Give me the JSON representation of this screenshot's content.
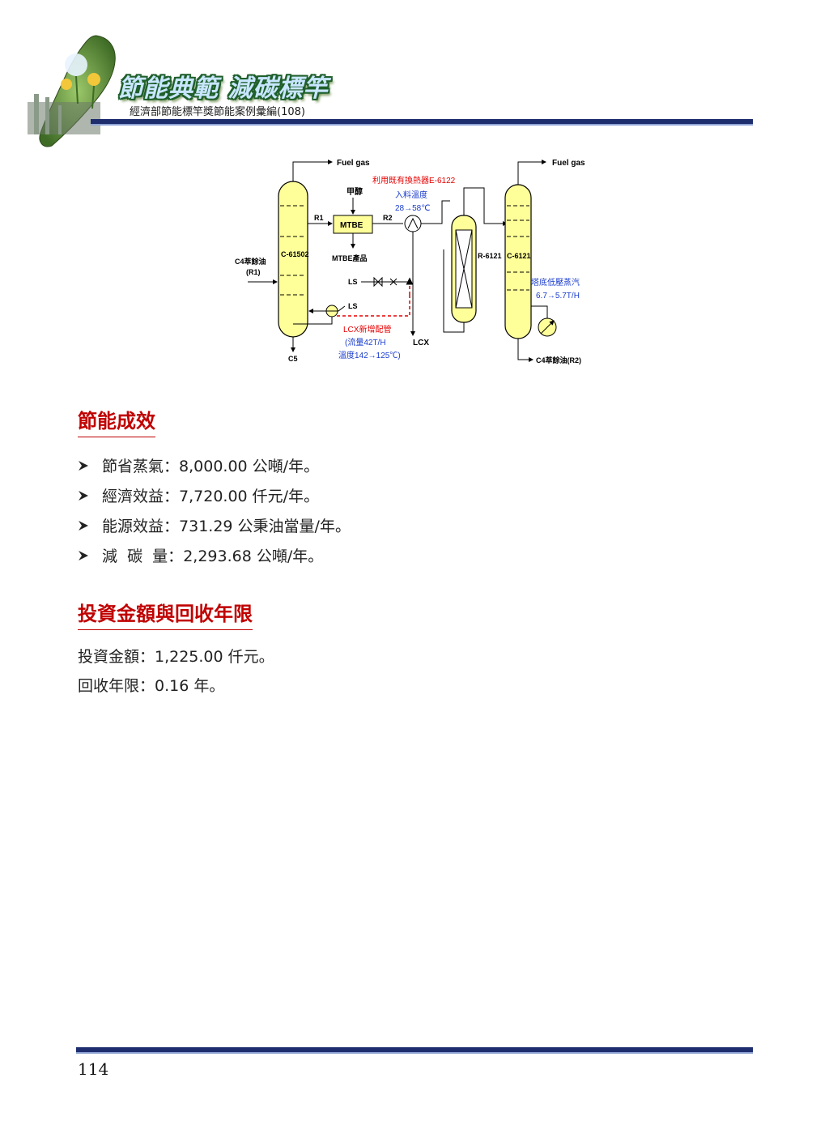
{
  "header": {
    "brand_title": "節能典範 減碳標竿",
    "brand_subtitle": "經濟部節能標竿獎節能案例彙編(108)"
  },
  "diagram": {
    "fuel_gas_left": "Fuel gas",
    "fuel_gas_right": "Fuel gas",
    "methanol": "甲醇",
    "mtbe": "MTBE",
    "mtbe_product": "MTBE產品",
    "r1": "R1",
    "r2": "R2",
    "c4_feed_1": "C4萃餘油",
    "c4_feed_2": "(R1)",
    "column_left": "C-61502",
    "column_right": "C-6121",
    "reactor": "R-6121",
    "ls_1": "LS",
    "ls_2": "LS",
    "c5": "C5",
    "lcx": "LCX",
    "c4_out": "C4萃餘油(R2)",
    "note_exchanger": "利用既有換熱器E-6122",
    "note_feed_temp": "入料溫度",
    "note_feed_temp_val": "28→58℃",
    "note_lcx_1": "LCX新增配管",
    "note_lcx_2": "(流量42T/H",
    "note_lcx_3": "溫度142→125℃)",
    "note_steam_1": "塔底低壓蒸汽",
    "note_steam_2": "6.7→5.7T/H",
    "colors": {
      "vessel": "#ffff99",
      "red_note": "#e60000",
      "blue_note": "#1a3ccc"
    }
  },
  "section1": {
    "heading": "節能成效",
    "items": [
      {
        "label": "節省蒸氣",
        "value": "8,000.00 公噸/年。"
      },
      {
        "label": "經濟效益",
        "value": "7,720.00 仟元/年。"
      },
      {
        "label": "能源效益",
        "value": "731.29 公秉油當量/年。"
      },
      {
        "label": "減  碳  量",
        "value": "2,293.68 公噸/年。"
      }
    ]
  },
  "section2": {
    "heading": "投資金額與回收年限",
    "investment": "投資金額：1,225.00 仟元。",
    "payback": "回收年限：0.16 年。"
  },
  "footer": {
    "page_number": "114"
  },
  "colors": {
    "heading_red": "#c00000",
    "rule_navy": "#1d2d6e"
  }
}
